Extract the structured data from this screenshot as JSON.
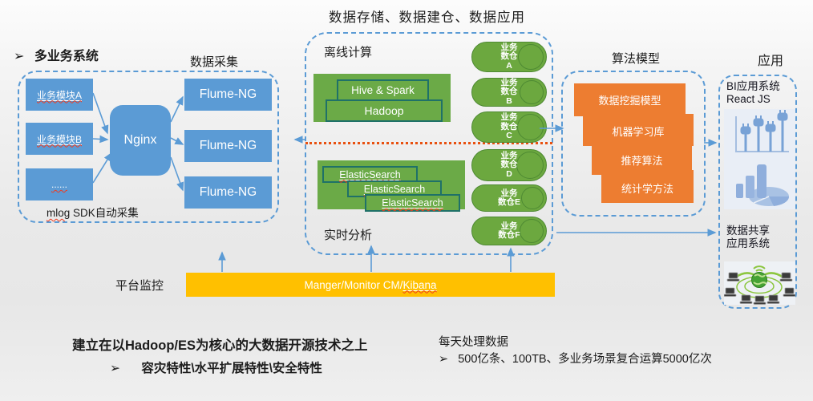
{
  "title": "数据存储、数据建仓、数据应用",
  "left": {
    "bullet": "➢",
    "header": "多业务系统",
    "collect_label": "数据采集",
    "modules": [
      "业务模块A",
      "业务模块B",
      "......"
    ],
    "nginx": "Nginx",
    "flume": [
      "Flume-NG",
      "Flume-NG",
      "Flume-NG"
    ],
    "sdk_prefix": "mlog",
    "sdk_suffix": " SDK自动采集"
  },
  "middle": {
    "offline_label": "离线计算",
    "hive_spark": "Hive & Spark",
    "hadoop": "Hadoop",
    "es": [
      "ElasticSearch",
      "ElasticSearch",
      "ElasticSearch"
    ],
    "realtime_label": "实时分析",
    "warehouses": [
      "业务\n数仓\nA",
      "业务\n数仓\nB",
      "业务\n数仓\nC",
      "业务\n数仓\nD",
      "业务\n数仓E",
      "业务\n数仓F"
    ]
  },
  "algorithm": {
    "title": "算法模型",
    "items": [
      "数据挖掘模型",
      "机器学习库",
      "推荐算法",
      "统计学方法"
    ]
  },
  "apps": {
    "title": "应用",
    "bi_label": "BI应用系统\nReact JS",
    "share_label": "数据共享\n应用系统"
  },
  "monitor": {
    "label": "平台监控",
    "bar_prefix": "Manger/Monitor  CM/",
    "bar_kibana": "Kibana"
  },
  "footer": {
    "line1": "建立在以Hadoop/ES为核心的大数据开源技术之上",
    "bullet": "➢",
    "line2": "容灾特性\\水平扩展特性\\安全特性",
    "right_title": "每天处理数据",
    "right_bullet": "➢",
    "right_line": "500亿条、100TB、多业务场景复合运算5000亿次"
  },
  "colors": {
    "blue": "#5B9BD5",
    "green": "#6BAA47",
    "cylinder_green": "#6CA83F",
    "teal_border": "#1F7168",
    "orange": "#ED7D31",
    "yellow": "#FFC000",
    "divider_red": "#E8500F"
  }
}
